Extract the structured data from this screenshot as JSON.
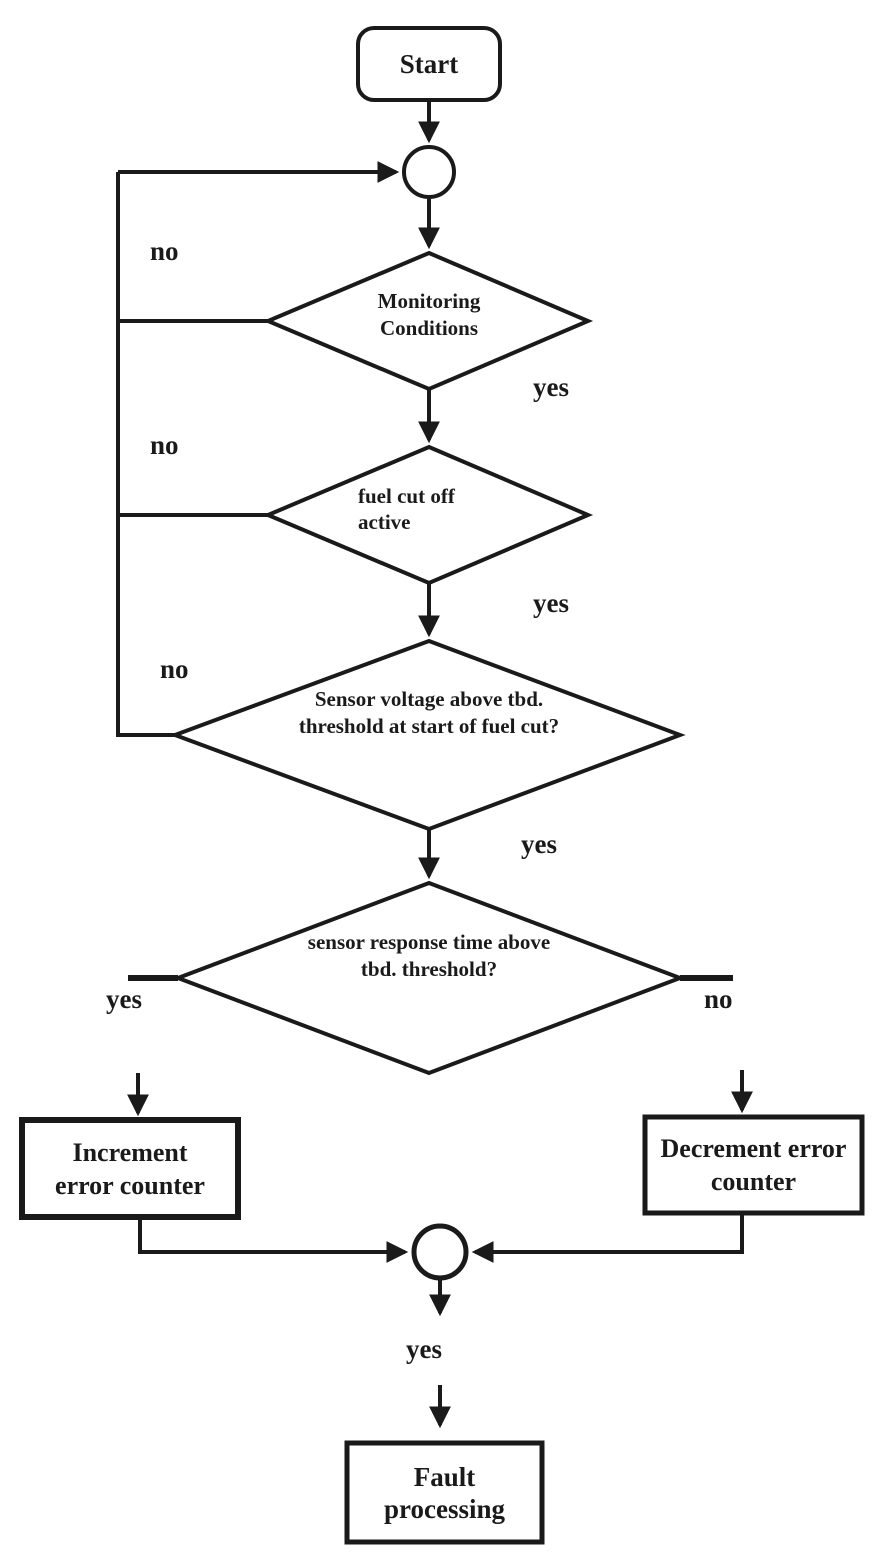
{
  "colors": {
    "ink": "#1a1a1a",
    "background": "#ffffff"
  },
  "diagram_type": "flowchart",
  "nodes": {
    "start": {
      "label": "Start",
      "shape": "rounded-rect"
    },
    "monitoring": {
      "label": "Monitoring\nConditions",
      "shape": "decision-diamond"
    },
    "fuel_cut": {
      "label": "fuel cut off\nactive",
      "shape": "decision-diamond"
    },
    "sensor_voltage": {
      "label": "Sensor voltage above tbd.\nthreshold at start of fuel cut?",
      "shape": "decision-diamond"
    },
    "sensor_response": {
      "label": "sensor response time above\ntbd. threshold?",
      "shape": "decision-diamond"
    },
    "increment": {
      "label": "Increment\nerror counter",
      "shape": "rect"
    },
    "decrement": {
      "label": "Decrement error\ncounter",
      "shape": "rect"
    },
    "fault": {
      "label": "Fault\nprocessing",
      "shape": "rect"
    },
    "junction_top": {
      "label": "",
      "shape": "circle"
    },
    "junction_merge": {
      "label": "",
      "shape": "circle"
    }
  },
  "edge_labels": {
    "no_monitoring": "no",
    "no_fuel_cut": "no",
    "no_sensor_voltage": "no",
    "yes_monitoring": "yes",
    "yes_fuel_cut": "yes",
    "yes_sensor_voltage": "yes",
    "yes_sensor_response": "yes",
    "no_sensor_response": "no",
    "yes_merge": "yes"
  }
}
